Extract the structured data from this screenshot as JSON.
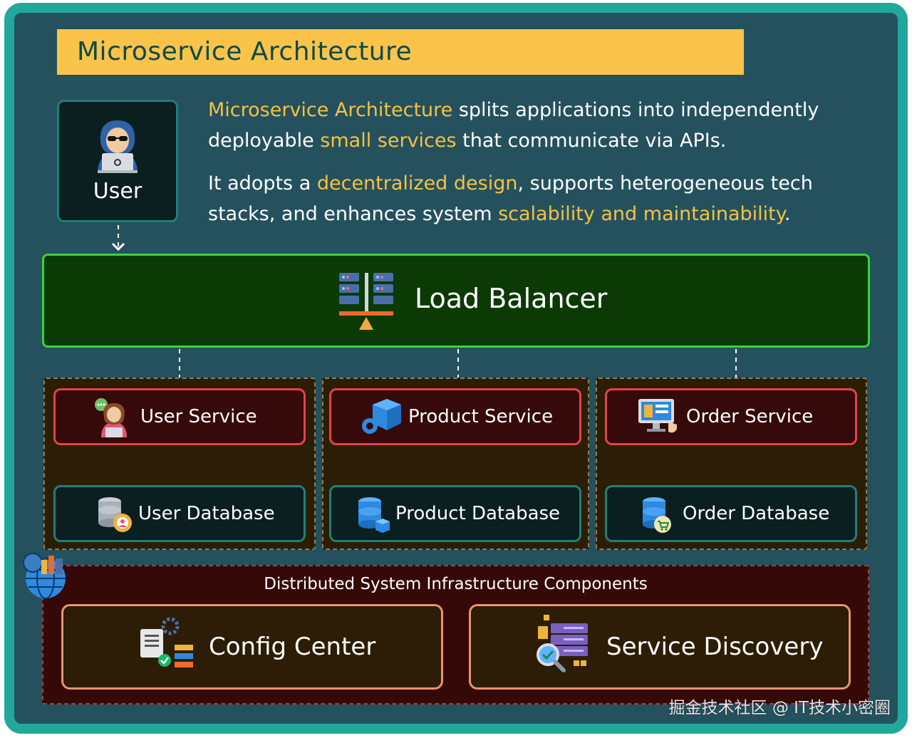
{
  "title": "Microservice Architecture",
  "user": {
    "label": "User"
  },
  "description": {
    "p1": [
      {
        "text": "Microservice Architecture",
        "hl": true
      },
      {
        "text": " splits applications into independently deployable ",
        "hl": false
      },
      {
        "text": "small services",
        "hl": true
      },
      {
        "text": " that communicate via APIs.",
        "hl": false
      }
    ],
    "p2": [
      {
        "text": "It adopts a ",
        "hl": false
      },
      {
        "text": "decentralized design",
        "hl": true
      },
      {
        "text": ", supports heterogeneous tech stacks, and enhances system ",
        "hl": false
      },
      {
        "text": "scalability and maintainability",
        "hl": true
      },
      {
        "text": ".",
        "hl": false
      }
    ]
  },
  "load_balancer": {
    "label": "Load Balancer"
  },
  "services": {
    "user_service": "User Service",
    "user_database": "User Database",
    "product_service": "Product Service",
    "product_database": "Product Database",
    "order_service": "Order Service",
    "order_database": "Order Database"
  },
  "infrastructure": {
    "title": "Distributed System Infrastructure Components",
    "config_center": "Config Center",
    "service_discovery": "Service Discovery"
  },
  "watermark": "掘金技术社区 @ IT技术小密圈",
  "colors": {
    "frame": "#22a79c",
    "background": "#25515e",
    "title_bar": "#fac34a",
    "highlight": "#f5c242",
    "load_balancer_border": "#3fd13a",
    "service_border": "#e4424c",
    "database_border": "#1e7f78",
    "infra_card_border": "#e8956e"
  }
}
